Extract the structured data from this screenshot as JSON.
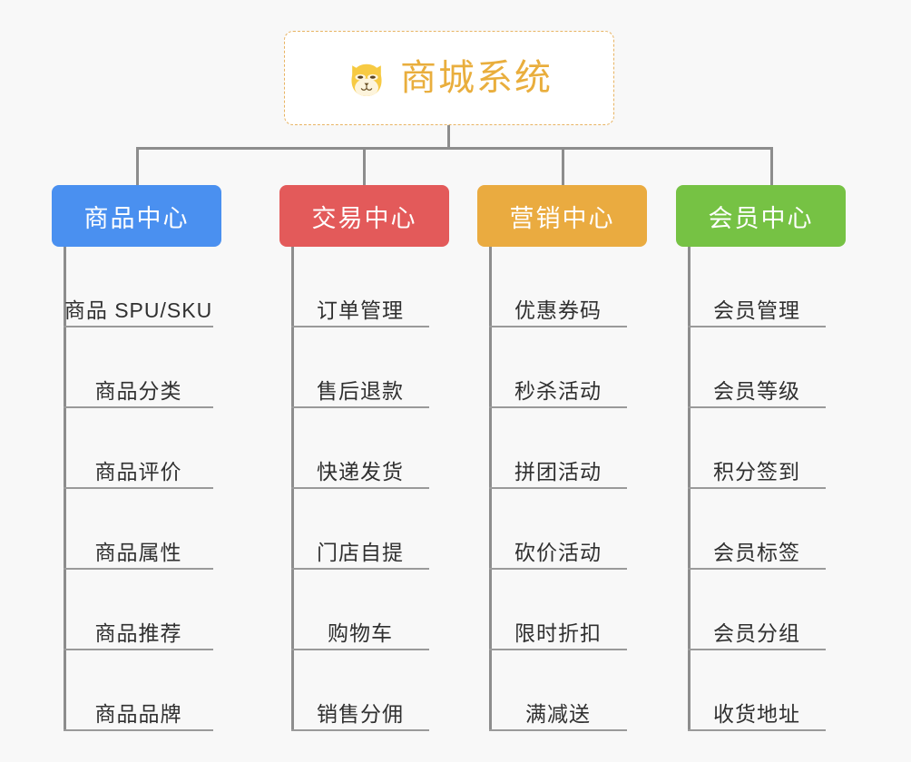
{
  "root": {
    "title": "商城系统",
    "icon": "shiba-dog-face-icon",
    "border_color": "#e8b463",
    "title_color": "#e9ae3d",
    "background": "#ffffff"
  },
  "canvas": {
    "background": "#f8f8f8",
    "connector_color": "#8d8d8d"
  },
  "columns": [
    {
      "id": "product-center",
      "label": "商品中心",
      "color": "#4a90f0",
      "items": [
        "商品 SPU/SKU",
        "商品分类",
        "商品评价",
        "商品属性",
        "商品推荐",
        "商品品牌"
      ]
    },
    {
      "id": "trade-center",
      "label": "交易中心",
      "color": "#e35a5a",
      "items": [
        "订单管理",
        "售后退款",
        "快递发货",
        "门店自提",
        "购物车",
        "销售分佣"
      ]
    },
    {
      "id": "marketing-center",
      "label": "营销中心",
      "color": "#eaab40",
      "items": [
        "优惠券码",
        "秒杀活动",
        "拼团活动",
        "砍价活动",
        "限时折扣",
        "满减送"
      ]
    },
    {
      "id": "member-center",
      "label": "会员中心",
      "color": "#76c244",
      "items": [
        "会员管理",
        "会员等级",
        "积分签到",
        "会员标签",
        "会员分组",
        "收货地址"
      ]
    }
  ]
}
